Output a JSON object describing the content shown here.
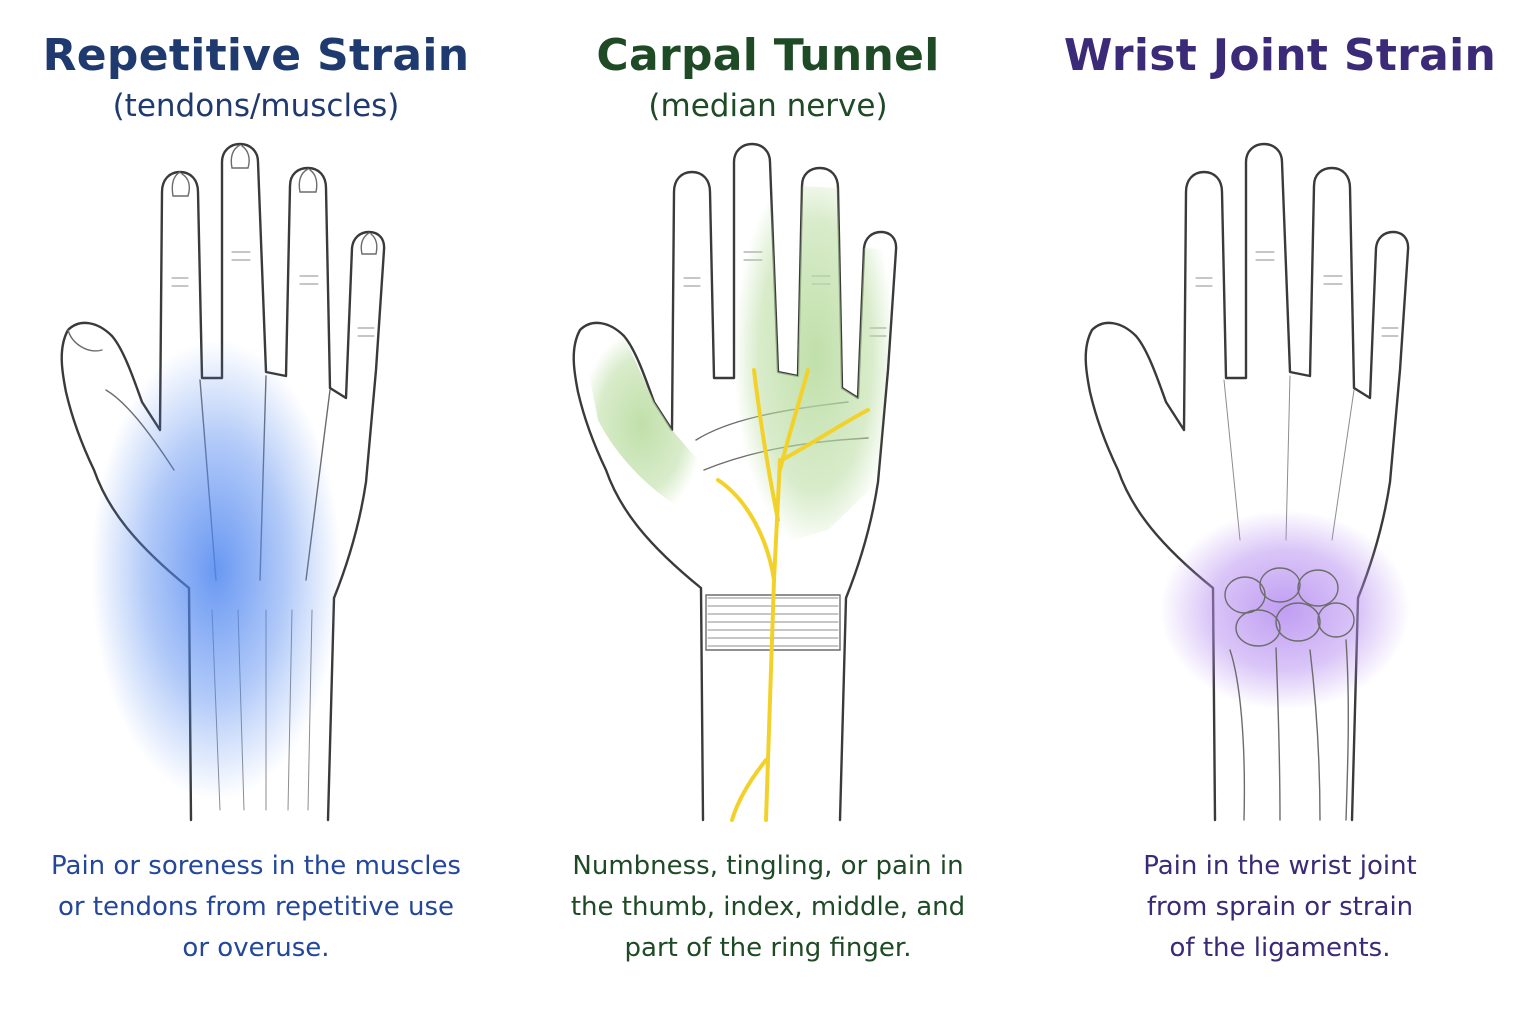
{
  "panels": [
    {
      "title": "Repetitive Strain",
      "subtitle": "(tendons/muscles)",
      "caption_lines": [
        "Pain or soreness in the muscles",
        "or tendons from repetitive use",
        "or overuse."
      ],
      "color": "#1f3a6e",
      "caption_color": "#23479a",
      "highlight_color": "#4f86f0"
    },
    {
      "title": "Carpal Tunnel",
      "subtitle": "(median nerve)",
      "caption_lines": [
        "Numbness, tingling, or pain in",
        "the thumb, index, middle, and",
        "part of the ring finger."
      ],
      "color": "#1f4a26",
      "caption_color": "#1f4a26",
      "highlight_color": "#b9dca0",
      "nerve_color": "#f2d22a"
    },
    {
      "title": "Wrist Joint Strain",
      "subtitle": "",
      "caption_lines": [
        "Pain in the wrist joint",
        "from sprain or strain",
        "of the ligaments."
      ],
      "color": "#3a2a78",
      "caption_color": "#3a2a78",
      "highlight_color": "#b58cf0"
    }
  ]
}
